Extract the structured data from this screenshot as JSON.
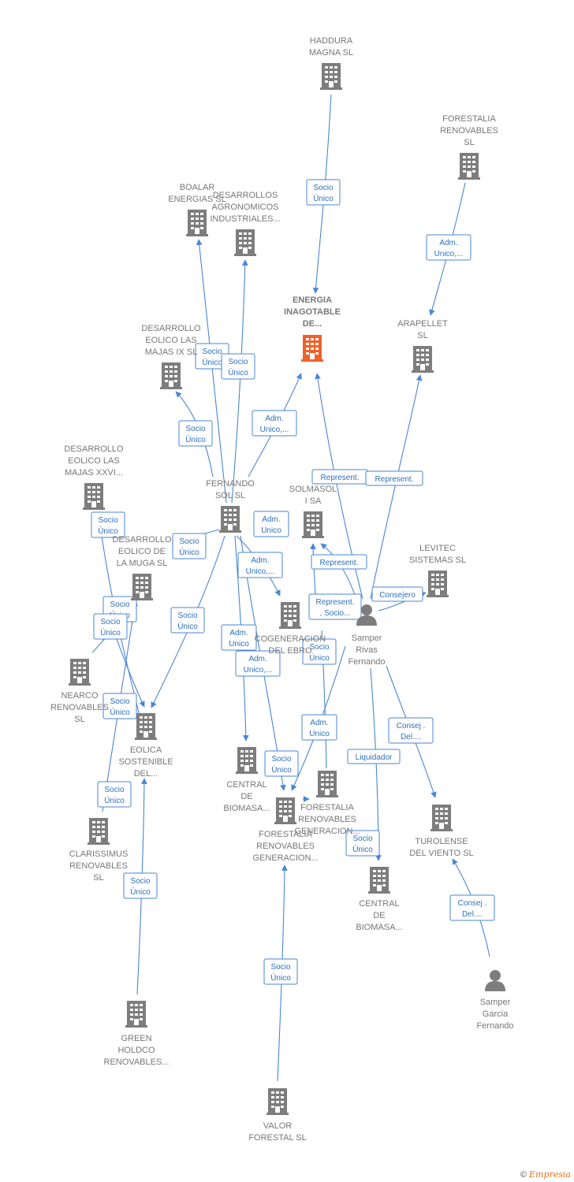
{
  "colors": {
    "building": "#7d7d7d",
    "building_focus": "#f0602a",
    "edge": "#4a86d6",
    "edge_text": "#2f6fba",
    "label": "#777777"
  },
  "nodes": [
    {
      "id": "haddura",
      "type": "company",
      "lines": [
        "HADDURA",
        "MAGNA  SL"
      ]
    },
    {
      "id": "forestalia_ren",
      "type": "company",
      "lines": [
        "FORESTALIA",
        "RENOVABLES",
        "SL"
      ]
    },
    {
      "id": "boalar",
      "type": "company",
      "lines": [
        "BOALAR",
        "ENERGIAS  SL"
      ]
    },
    {
      "id": "desagro",
      "type": "company",
      "lines": [
        "DESARROLLOS",
        "AGRONOMICOS",
        "INDUSTRIALES..."
      ]
    },
    {
      "id": "energia",
      "type": "focus",
      "lines": [
        "ENERGIA",
        "INAGOTABLE",
        "DE..."
      ]
    },
    {
      "id": "arapellet",
      "type": "company",
      "lines": [
        "ARAPELLET",
        "SL"
      ]
    },
    {
      "id": "majas9",
      "type": "company",
      "lines": [
        "DESARROLLO",
        "EOLICO LAS",
        "MAJAS IX  SL"
      ]
    },
    {
      "id": "majas26",
      "type": "company",
      "lines": [
        "DESARROLLO",
        "EOLICO LAS",
        "MAJAS XXVI..."
      ]
    },
    {
      "id": "fernando",
      "type": "company",
      "lines": [
        "FERNANDO",
        "SOL SL"
      ]
    },
    {
      "id": "solmasol",
      "type": "company",
      "lines": [
        "SOLMASOL",
        "I SA"
      ]
    },
    {
      "id": "levitec",
      "type": "company",
      "lines": [
        "LEVITEC",
        "SISTEMAS  SL"
      ]
    },
    {
      "id": "muga",
      "type": "company",
      "lines": [
        "DESARROLLO",
        "EOLICO DE",
        "LA MUGA SL"
      ]
    },
    {
      "id": "cogen",
      "type": "company",
      "lines": [
        "COGENERACION",
        "DEL EBRO"
      ]
    },
    {
      "id": "samper_rivas",
      "type": "person",
      "lines": [
        "Samper",
        "Rivas",
        "Fernando"
      ]
    },
    {
      "id": "nearco",
      "type": "company",
      "lines": [
        "NEARCO",
        "RENOVABLES",
        "SL"
      ]
    },
    {
      "id": "eolica_sost",
      "type": "company",
      "lines": [
        "EOLICA",
        "SOSTENIBLE",
        "DEL..."
      ]
    },
    {
      "id": "central1",
      "type": "company",
      "lines": [
        "CENTRAL",
        "DE",
        "BIOMASA..."
      ]
    },
    {
      "id": "forestalia_gen1",
      "type": "company",
      "lines": [
        "FORESTALIA",
        "RENOVABLES",
        "GENERACION..."
      ]
    },
    {
      "id": "forestalia_gen2",
      "type": "company",
      "lines": [
        "FORESTALIA",
        "RENOVABLES",
        "GENERACION..."
      ]
    },
    {
      "id": "turolense",
      "type": "company",
      "lines": [
        "TUROLENSE",
        "DEL VIENTO SL"
      ]
    },
    {
      "id": "clarissimus",
      "type": "company",
      "lines": [
        "CLARISSIMUS",
        "RENOVABLES",
        "SL"
      ]
    },
    {
      "id": "central2",
      "type": "company",
      "lines": [
        "CENTRAL",
        "DE",
        "BIOMASA..."
      ]
    },
    {
      "id": "samper_garcia",
      "type": "person",
      "lines": [
        "Samper",
        "Garcia",
        "Fernando"
      ]
    },
    {
      "id": "green",
      "type": "company",
      "lines": [
        "GREEN",
        "HOLDCO",
        "RENOVABLES..."
      ]
    },
    {
      "id": "valor",
      "type": "company",
      "lines": [
        "VALOR",
        "FORESTAL SL"
      ]
    }
  ],
  "edge_labels": [
    [
      "Socio",
      "Único"
    ],
    [
      "Adm.",
      "Unico,..."
    ],
    [
      "Socio",
      "Único"
    ],
    [
      "Socio",
      "Único"
    ],
    [
      "Socio",
      "Único"
    ],
    [
      "Adm.",
      "Unico,..."
    ],
    [
      "Represent."
    ],
    [
      "Represent."
    ],
    [
      "Socio",
      "Único"
    ],
    [
      "Socio",
      "Único"
    ],
    [
      "Adm.",
      "Unico"
    ],
    [
      "Adm.",
      "Unico,..."
    ],
    [
      "Represent."
    ],
    [
      "Consejero"
    ],
    [
      "Socio",
      "Único"
    ],
    [
      "Socio",
      "Único"
    ],
    [
      "Represent.",
      ", Socio..."
    ],
    [
      "Socio",
      "Único"
    ],
    [
      "Adm.",
      "Unico"
    ],
    [
      "Adm.",
      "Unico,..."
    ],
    [
      "Socio",
      "Único"
    ],
    [
      "Adm.",
      "Unico"
    ],
    [
      "Consej .",
      "Del...."
    ],
    [
      "Socio",
      "Único"
    ],
    [
      "Liquidador"
    ],
    [
      "Socio",
      "Único"
    ],
    [
      "Socio",
      "Único"
    ],
    [
      "Socio",
      "Único"
    ],
    [
      "Consej .",
      "Del...."
    ],
    [
      "Socio",
      "Único"
    ]
  ],
  "footer": {
    "copyright": "©",
    "brand": "Empresia"
  }
}
